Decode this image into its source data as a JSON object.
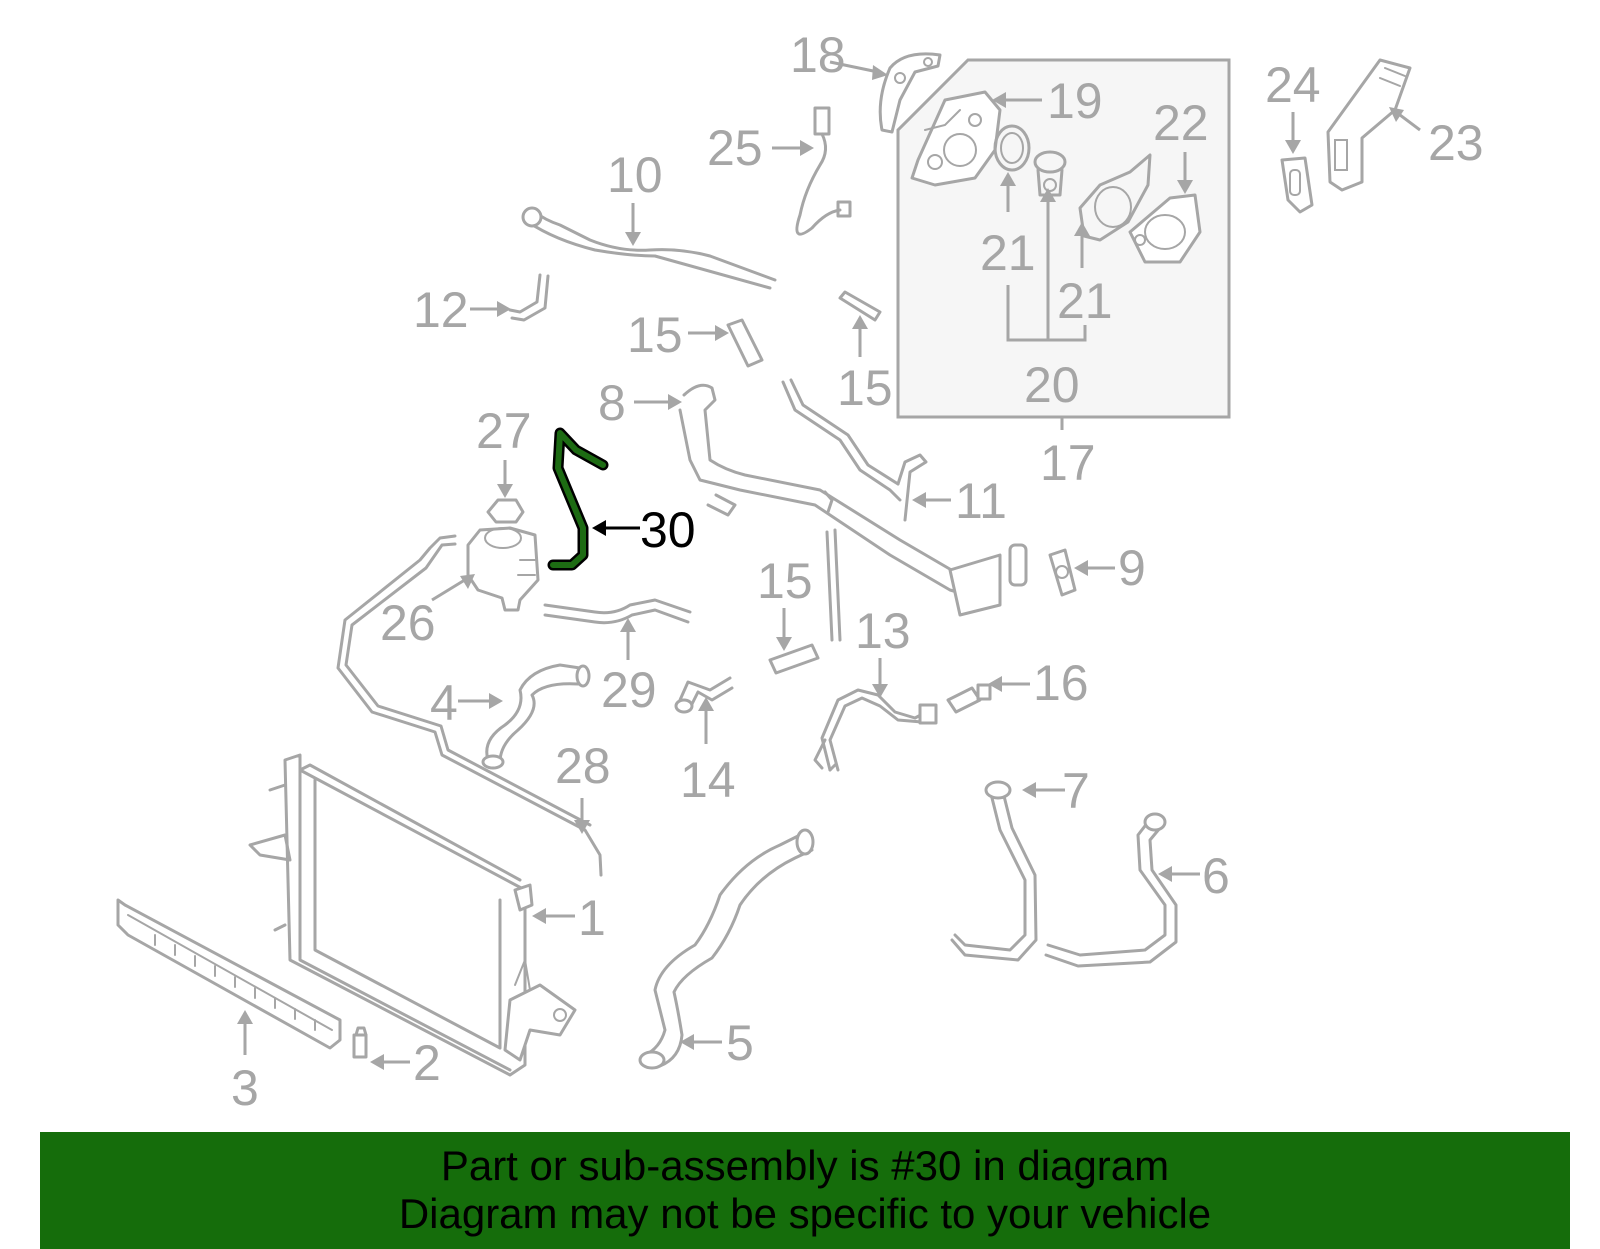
{
  "diagram": {
    "highlighted_part": "30",
    "colors": {
      "part_line": "#a6a6a6",
      "inset_fill": "#f6f6f6",
      "highlight_part": "#1d6b13",
      "highlight_label": "#000000",
      "banner": "#156d0b"
    },
    "labels": {
      "p1": "1",
      "p2": "2",
      "p3": "3",
      "p4": "4",
      "p5": "5",
      "p6": "6",
      "p7": "7",
      "p8": "8",
      "p9": "9",
      "p10": "10",
      "p11": "11",
      "p12": "12",
      "p13": "13",
      "p14": "14",
      "p15a": "15",
      "p15b": "15",
      "p15c": "15",
      "p16": "16",
      "p17": "17",
      "p18": "18",
      "p19": "19",
      "p20": "20",
      "p21a": "21",
      "p21b": "21",
      "p22": "22",
      "p23": "23",
      "p24": "24",
      "p25": "25",
      "p26": "26",
      "p27": "27",
      "p28": "28",
      "p29": "29",
      "p30": "30"
    }
  },
  "banner": {
    "line1": "Part or sub-assembly is #30 in diagram",
    "line2": "Diagram may not be specific to your vehicle"
  }
}
